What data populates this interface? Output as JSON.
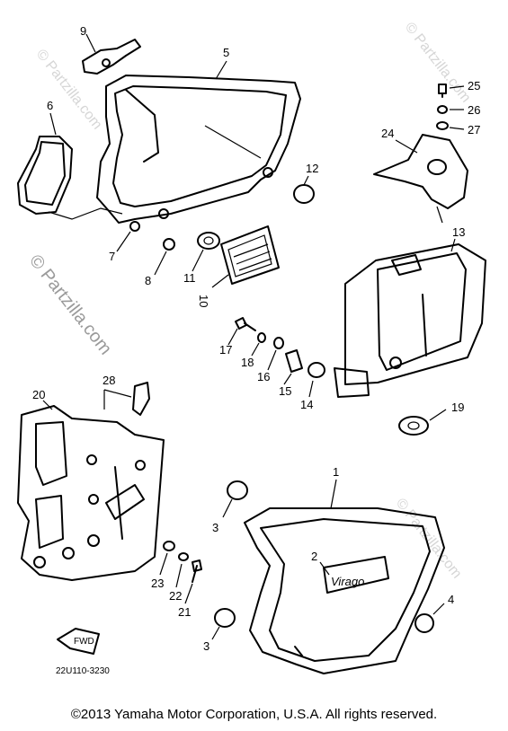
{
  "watermark": {
    "main": "© Partzilla.com",
    "faint": "© Partzilla.com"
  },
  "diagram_code": "22U110-3230",
  "front_arrow_label": "FWD",
  "emblem_text": "Virago",
  "copyright": "©2013 Yamaha Motor Corporation, U.S.A. All rights reserved.",
  "callouts": {
    "p1": "1",
    "p2": "2",
    "p3a": "3",
    "p3b": "3",
    "p4": "4",
    "p5": "5",
    "p6": "6",
    "p7": "7",
    "p8": "8",
    "p9": "9",
    "p10": "10",
    "p11": "11",
    "p12": "12",
    "p13": "13",
    "p14": "14",
    "p15": "15",
    "p16": "16",
    "p17": "17",
    "p18": "18",
    "p19": "19",
    "p20": "20",
    "p21": "21",
    "p22": "22",
    "p23": "23",
    "p24": "24",
    "p25": "25",
    "p26": "26",
    "p27": "27",
    "p28": "28"
  }
}
